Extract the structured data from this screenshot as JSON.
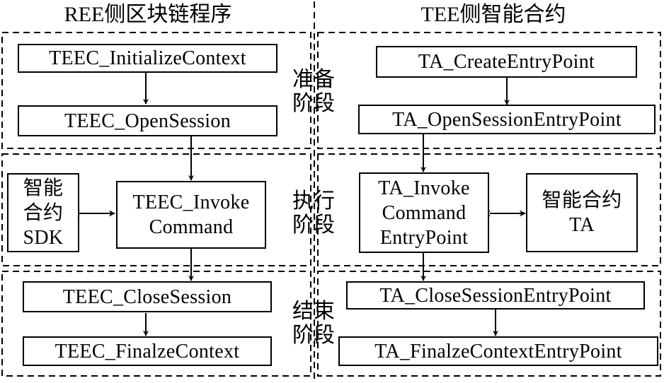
{
  "headers": {
    "left": "REE侧区块链程序",
    "right": "TEE侧智能合约"
  },
  "stages": {
    "prepare": [
      "准备",
      "阶段"
    ],
    "execute": [
      "执行",
      "阶段"
    ],
    "finish": [
      "结束",
      "阶段"
    ]
  },
  "left_nodes": {
    "init_context": "TEEC_InitializeContext",
    "open_session": "TEEC_OpenSession",
    "sdk": [
      "智能",
      "合约",
      "SDK"
    ],
    "invoke_command": [
      "TEEC_Invoke",
      "Command"
    ],
    "close_session": "TEEC_CloseSession",
    "finalize_context": "TEEC_FinalzeContext"
  },
  "right_nodes": {
    "create_entry": "TA_CreateEntryPoint",
    "open_session_entry": "TA_OpenSessionEntryPoint",
    "invoke_command_entry": [
      "TA_Invoke",
      "Command",
      "EntryPoint"
    ],
    "contract_ta": [
      "智能合约",
      "TA"
    ],
    "close_session_entry": "TA_CloseSessionEntryPoint",
    "finalize_context_entry": "TA_FinalzeContextEntryPoint"
  }
}
